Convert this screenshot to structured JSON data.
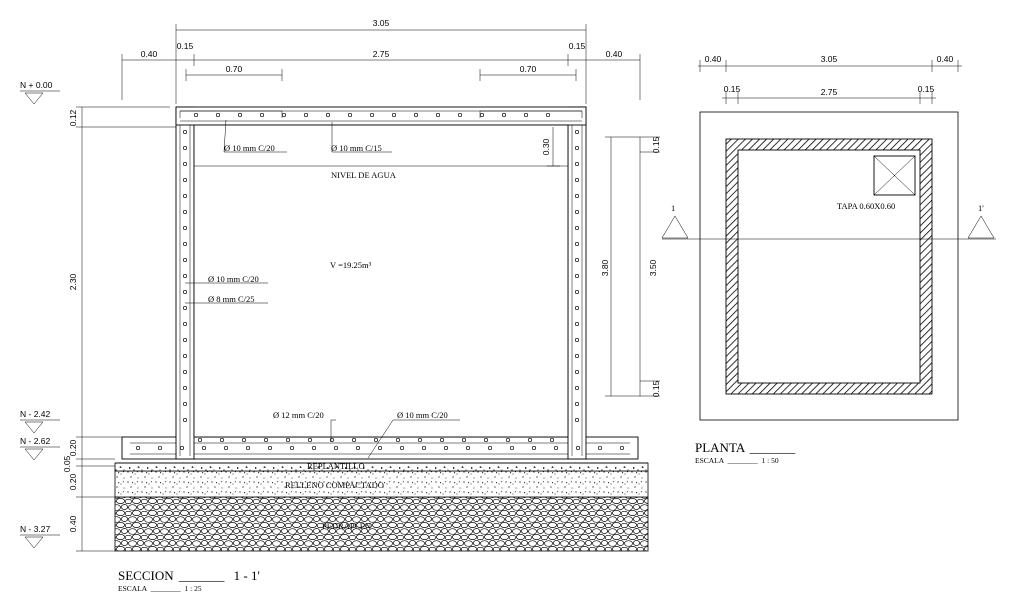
{
  "section": {
    "title": "SECCION",
    "title_blank": "_______",
    "id": "1 - 1'",
    "scale_label": "ESCALA",
    "scale_blank": "________",
    "scale": "1 : 25",
    "dims_top": {
      "total": "3.05",
      "left_ext": "0.40",
      "left_wall": "0.15",
      "inner": "2.75",
      "right_wall": "0.15",
      "right_ext": "0.40",
      "lid_left": "0.70",
      "lid_right": "0.70"
    },
    "dims_left": {
      "top_slab": "0.12",
      "height": "2.30",
      "base_slab": "0.20",
      "replantillo": "0.05",
      "relleno": "0.20",
      "pedraplen": "0.40"
    },
    "dims_right": {
      "freeboard": "0.30",
      "top": "0.15",
      "inner": "3.50",
      "total": "3.80",
      "bottom": "0.15"
    },
    "levels": [
      "N + 0.00",
      "N - 2.42",
      "N - 2.62",
      "N - 3.27"
    ],
    "labels": {
      "rebar_top_a": "Ø 10 mm C/20",
      "rebar_top_b": "Ø 10 mm C/15",
      "water_level": "NIVEL DE AGUA",
      "volume": "V =19.25m³",
      "rebar_wall_a": "Ø 10 mm C/20",
      "rebar_wall_b": "Ø 8 mm C/25",
      "rebar_base_a": "Ø 12 mm C/20",
      "rebar_base_b": "Ø 10 mm C/20",
      "replantillo": "REPLANTILLO",
      "relleno": "RELLENO COMPACTADO",
      "pedraplen": "PEDRAPLEN"
    }
  },
  "plan": {
    "title": "PLANTA",
    "title_blank": "_______",
    "scale_label": "ESCALA",
    "scale_blank": "________",
    "scale": "1 : 50",
    "dims": {
      "left_ext": "0.40",
      "total": "3.05",
      "right_ext": "0.40",
      "left_wall": "0.15",
      "inner": "2.75",
      "right_wall": "0.15"
    },
    "lid": "TAPA 0.60X0.60",
    "cut_left": "1",
    "cut_right": "1'"
  }
}
